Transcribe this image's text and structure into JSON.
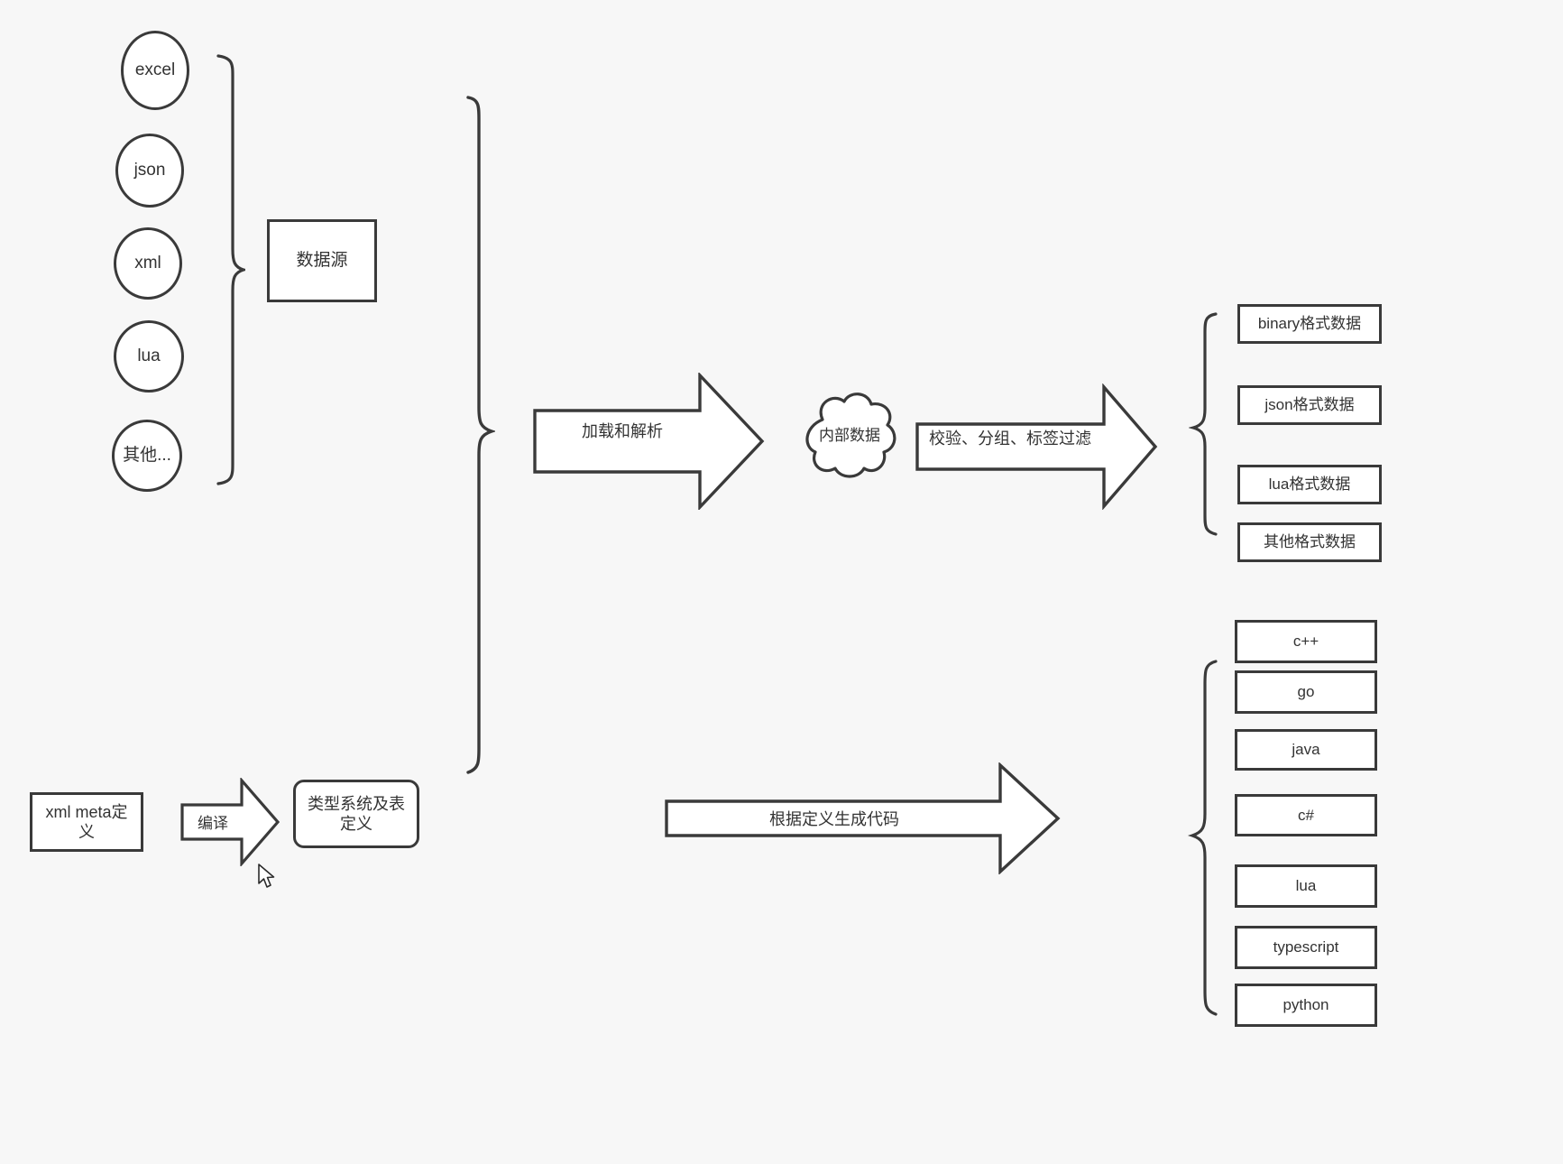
{
  "diagram": {
    "title": "data pipeline diagram",
    "background_color": "#f7f7f7",
    "stroke_color": "#3a3a3a",
    "fill_color": "#ffffff",
    "text_color": "#333333"
  },
  "sources": {
    "items": [
      {
        "label": "excel"
      },
      {
        "label": "json"
      },
      {
        "label": "xml"
      },
      {
        "label": "lua"
      },
      {
        "label": "其他..."
      }
    ],
    "group_label": "数据源"
  },
  "pipeline": {
    "load_arrow_label": "加载和解析",
    "internal_data_label": "内部数据",
    "filter_arrow_label": "校验、分组、标签过滤"
  },
  "outputs": {
    "formats": [
      {
        "label": "binary格式数据"
      },
      {
        "label": "json格式数据"
      },
      {
        "label": "lua格式数据"
      },
      {
        "label": "其他格式数据"
      }
    ]
  },
  "definition": {
    "meta_label": "xml meta定义",
    "compile_arrow_label": "编译",
    "type_system_label": "类型系统及表定义"
  },
  "codegen": {
    "arrow_label": "根据定义生成代码",
    "languages": [
      {
        "label": "c++"
      },
      {
        "label": "go"
      },
      {
        "label": "java"
      },
      {
        "label": "c#"
      },
      {
        "label": "lua"
      },
      {
        "label": "typescript"
      },
      {
        "label": "python"
      }
    ]
  }
}
